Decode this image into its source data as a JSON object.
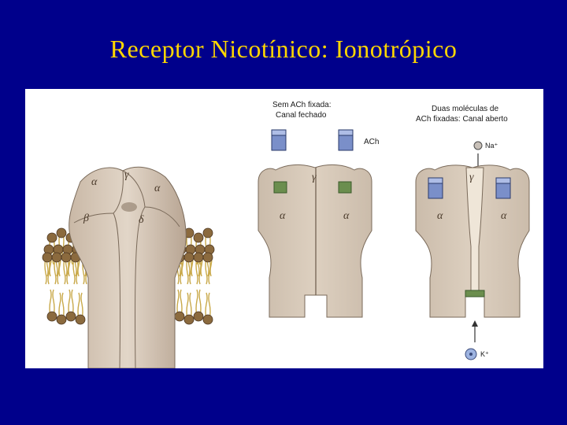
{
  "slide": {
    "title": "Receptor Nicotínico: Ionotrópico"
  },
  "figure": {
    "receptor_3d": {
      "subunits": [
        "α",
        "γ",
        "α",
        "β",
        "δ"
      ]
    },
    "closed_channel": {
      "caption_line1": "Sem ACh fixada:",
      "caption_line2": "Canal fechado",
      "ligand_label": "ACh",
      "subunits": [
        "γ",
        "α",
        "α"
      ]
    },
    "open_channel": {
      "caption_line1": "Duas moléculas de",
      "caption_line2": "ACh fixadas: Canal aberto",
      "ion_in": "Na⁺",
      "ion_out": "K⁺",
      "subunits": [
        "γ",
        "α",
        "α"
      ]
    }
  },
  "colors": {
    "background": "#00008b",
    "title": "#ffd700",
    "protein": "#d9cbbd",
    "binding_site": "#6b8e4e",
    "ach": "#7a8fc9",
    "lipid_head": "#8b6a3e",
    "lipid_tail": "#e3cf7a"
  }
}
